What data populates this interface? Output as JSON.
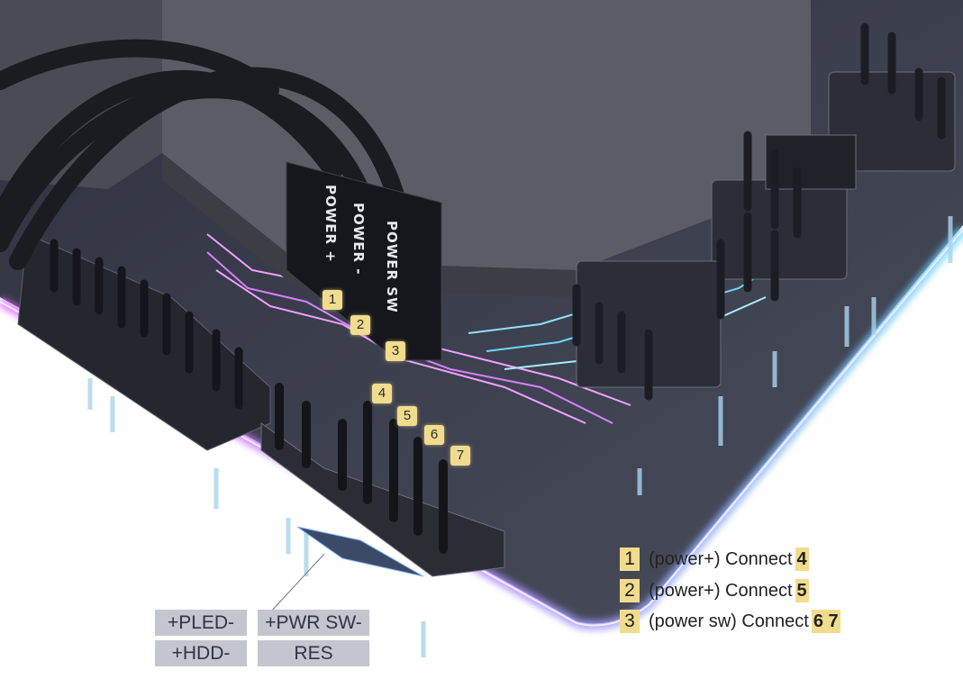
{
  "cable_labels": [
    "POWER +",
    "POWER -",
    "POWER SW"
  ],
  "pin_badges": [
    "1",
    "2",
    "3",
    "4",
    "5",
    "6",
    "7"
  ],
  "header_labels": {
    "pled": "+PLED-",
    "pwr_sw": "+PWR SW-",
    "hdd": "+HDD-",
    "res": "RES"
  },
  "legend": [
    {
      "num": "1",
      "text": "(power+) Connect",
      "target": "4"
    },
    {
      "num": "2",
      "text": "(power+) Connect",
      "target": "5"
    },
    {
      "num": "3",
      "text": "(power sw) Connect",
      "target": "6 7"
    }
  ],
  "colors": {
    "badge": "#f1dc8e",
    "glow_pink": "#e070ff",
    "glow_cyan": "#6fd6ff",
    "board": "#3a3d4a"
  }
}
